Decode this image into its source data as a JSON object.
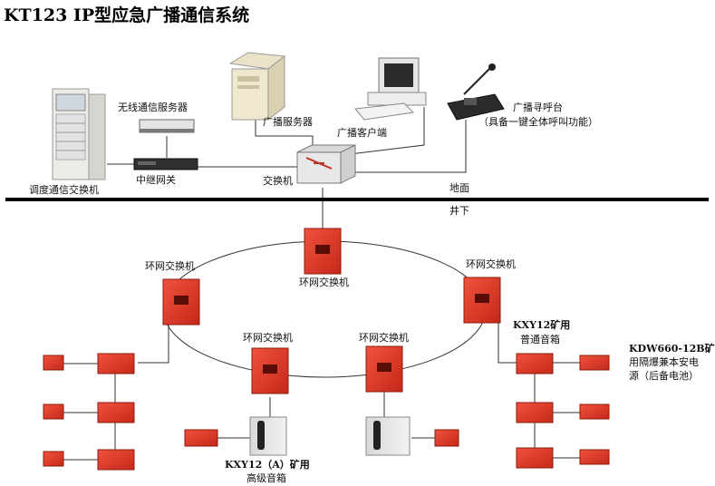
{
  "title": "KT123 IP型应急广播通信系统",
  "labels": {
    "dispatch_switch": "调度通信交换机",
    "wireless_server": "无线通信服务器",
    "relay_gateway": "中继网关",
    "broadcast_server": "广播服务器",
    "broadcast_client": "广播客户端",
    "paging_station": "广播寻呼台",
    "paging_station_note": "（具备一键全体呼叫功能）",
    "core_switch": "交换机",
    "surface": "地面",
    "underground": "井下",
    "ring_switch": "环网交换机",
    "speaker_normal_line1": "KXY12矿用",
    "speaker_normal_line2": "普通音箱",
    "power_line1": "KDW660-12B矿",
    "power_line2": "用隔爆兼本安电",
    "power_line3": "源（后备电池）",
    "speaker_adv_line1": "KXY12（A）矿用",
    "speaker_adv_line2": "高级音箱"
  },
  "colors": {
    "device_red": "#e23a2a",
    "device_dark_red": "#a81d12",
    "line": "#333333",
    "ground_line": "#000000"
  }
}
